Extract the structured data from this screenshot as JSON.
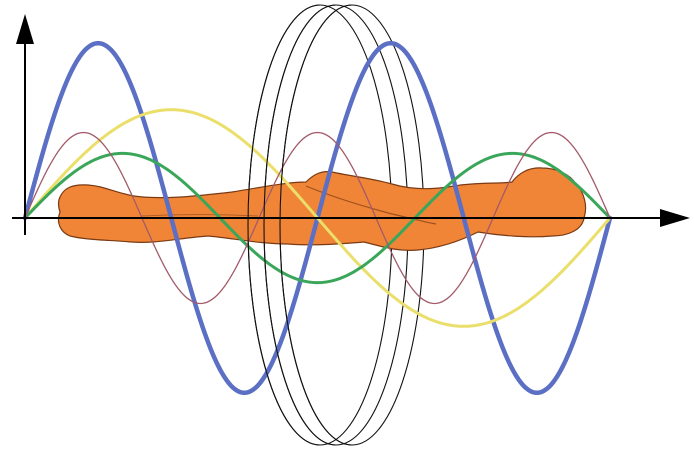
{
  "diagram": {
    "background": "#ffffff",
    "axes": {
      "color": "#000000",
      "arrowheads": [
        "x-axis-arrow",
        "y-axis-arrow"
      ]
    },
    "body_silhouette": {
      "fill": "#f08537",
      "stroke": "#7a3a14",
      "orientation": "lying"
    },
    "coils": {
      "count": 3,
      "color": "#111111"
    },
    "waves": [
      {
        "name": "blue-wave",
        "color": "#5b6fc4",
        "cycles": 2.0,
        "amplitude": 0.92,
        "phase_sign": 1,
        "weight": "thick"
      },
      {
        "name": "yellow-wave",
        "color": "#eadf6a",
        "cycles": 1.0,
        "amplitude": 0.57,
        "phase_sign": 1,
        "weight": "medium"
      },
      {
        "name": "green-wave",
        "color": "#3aa65a",
        "cycles": 1.5,
        "amplitude": 0.34,
        "phase_sign": 1,
        "weight": "medium"
      },
      {
        "name": "pink-wave",
        "color": "#a35a6a",
        "cycles": 2.5,
        "amplitude": 0.45,
        "phase_sign": 1,
        "weight": "thin"
      }
    ]
  }
}
